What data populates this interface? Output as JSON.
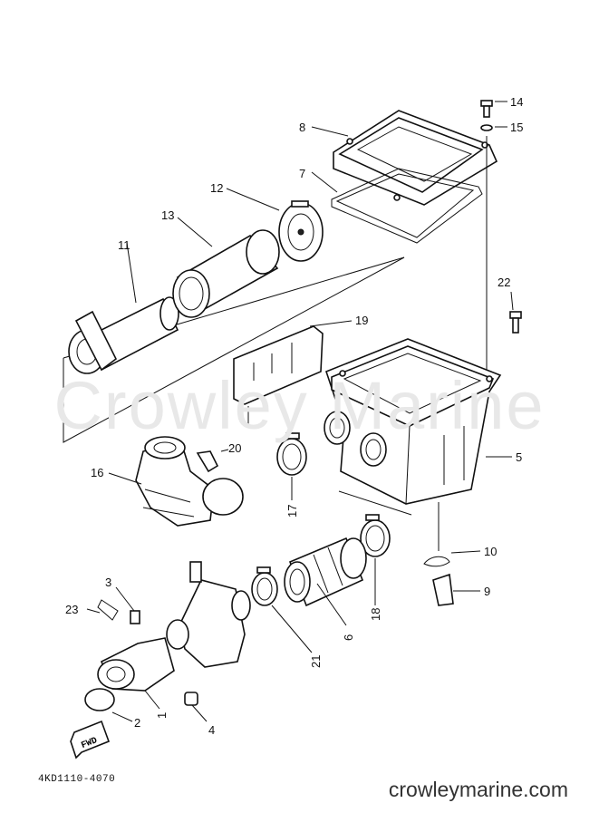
{
  "diagram": {
    "watermark": "Crowley Marine",
    "drawing_code": "4KD1110-4070",
    "website": "crowleymarine.com",
    "direction_marker": "FWD",
    "callouts": [
      "1",
      "2",
      "3",
      "4",
      "5",
      "6",
      "7",
      "8",
      "9",
      "10",
      "11",
      "12",
      "13",
      "14",
      "15",
      "16",
      "17",
      "18",
      "19",
      "20",
      "21",
      "22",
      "23"
    ]
  }
}
